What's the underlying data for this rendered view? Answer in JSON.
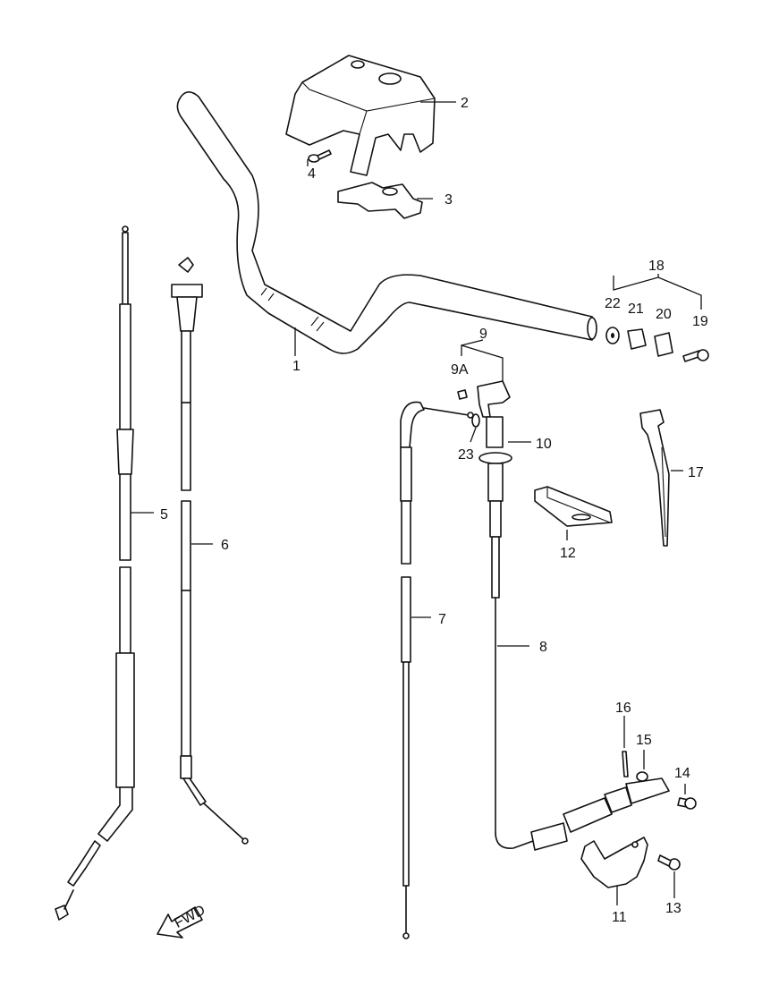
{
  "diagram": {
    "callouts": [
      "1",
      "2",
      "3",
      "4",
      "5",
      "6",
      "7",
      "8",
      "9",
      "9A",
      "10",
      "11",
      "12",
      "13",
      "14",
      "15",
      "16",
      "17",
      "18",
      "19",
      "20",
      "21",
      "22",
      "23"
    ],
    "fwd_label": "FWD"
  }
}
